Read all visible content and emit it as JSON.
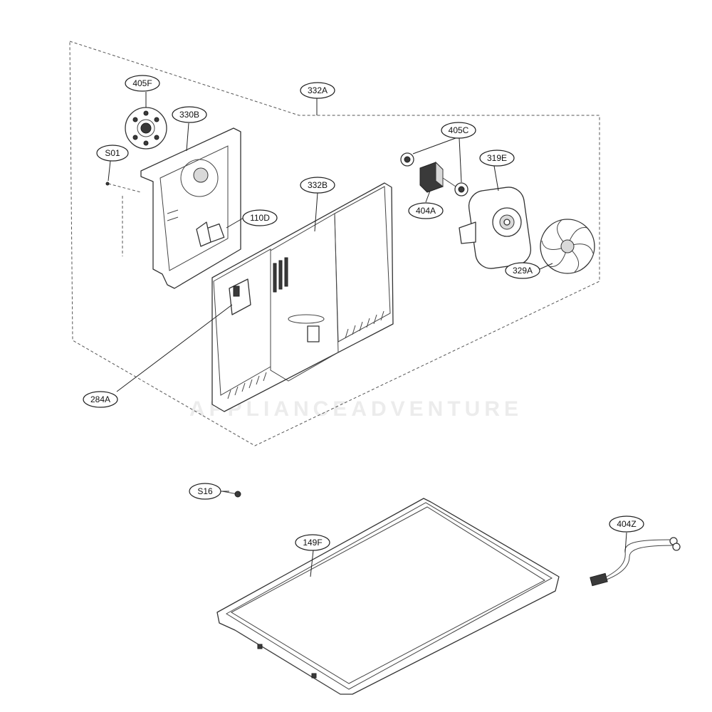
{
  "callouts": [
    {
      "id": "405F",
      "label": "405F"
    },
    {
      "id": "330B",
      "label": "330B"
    },
    {
      "id": "S01",
      "label": "S01"
    },
    {
      "id": "332A",
      "label": "332A"
    },
    {
      "id": "110D",
      "label": "110D"
    },
    {
      "id": "332B",
      "label": "332B"
    },
    {
      "id": "405C",
      "label": "405C"
    },
    {
      "id": "319E",
      "label": "319E"
    },
    {
      "id": "404A",
      "label": "404A"
    },
    {
      "id": "329A",
      "label": "329A"
    },
    {
      "id": "284A",
      "label": "284A"
    },
    {
      "id": "S16",
      "label": "S16"
    },
    {
      "id": "149F",
      "label": "149F"
    },
    {
      "id": "404Z",
      "label": "404Z"
    }
  ],
  "watermark": "APPLIANCEADVENTURE"
}
